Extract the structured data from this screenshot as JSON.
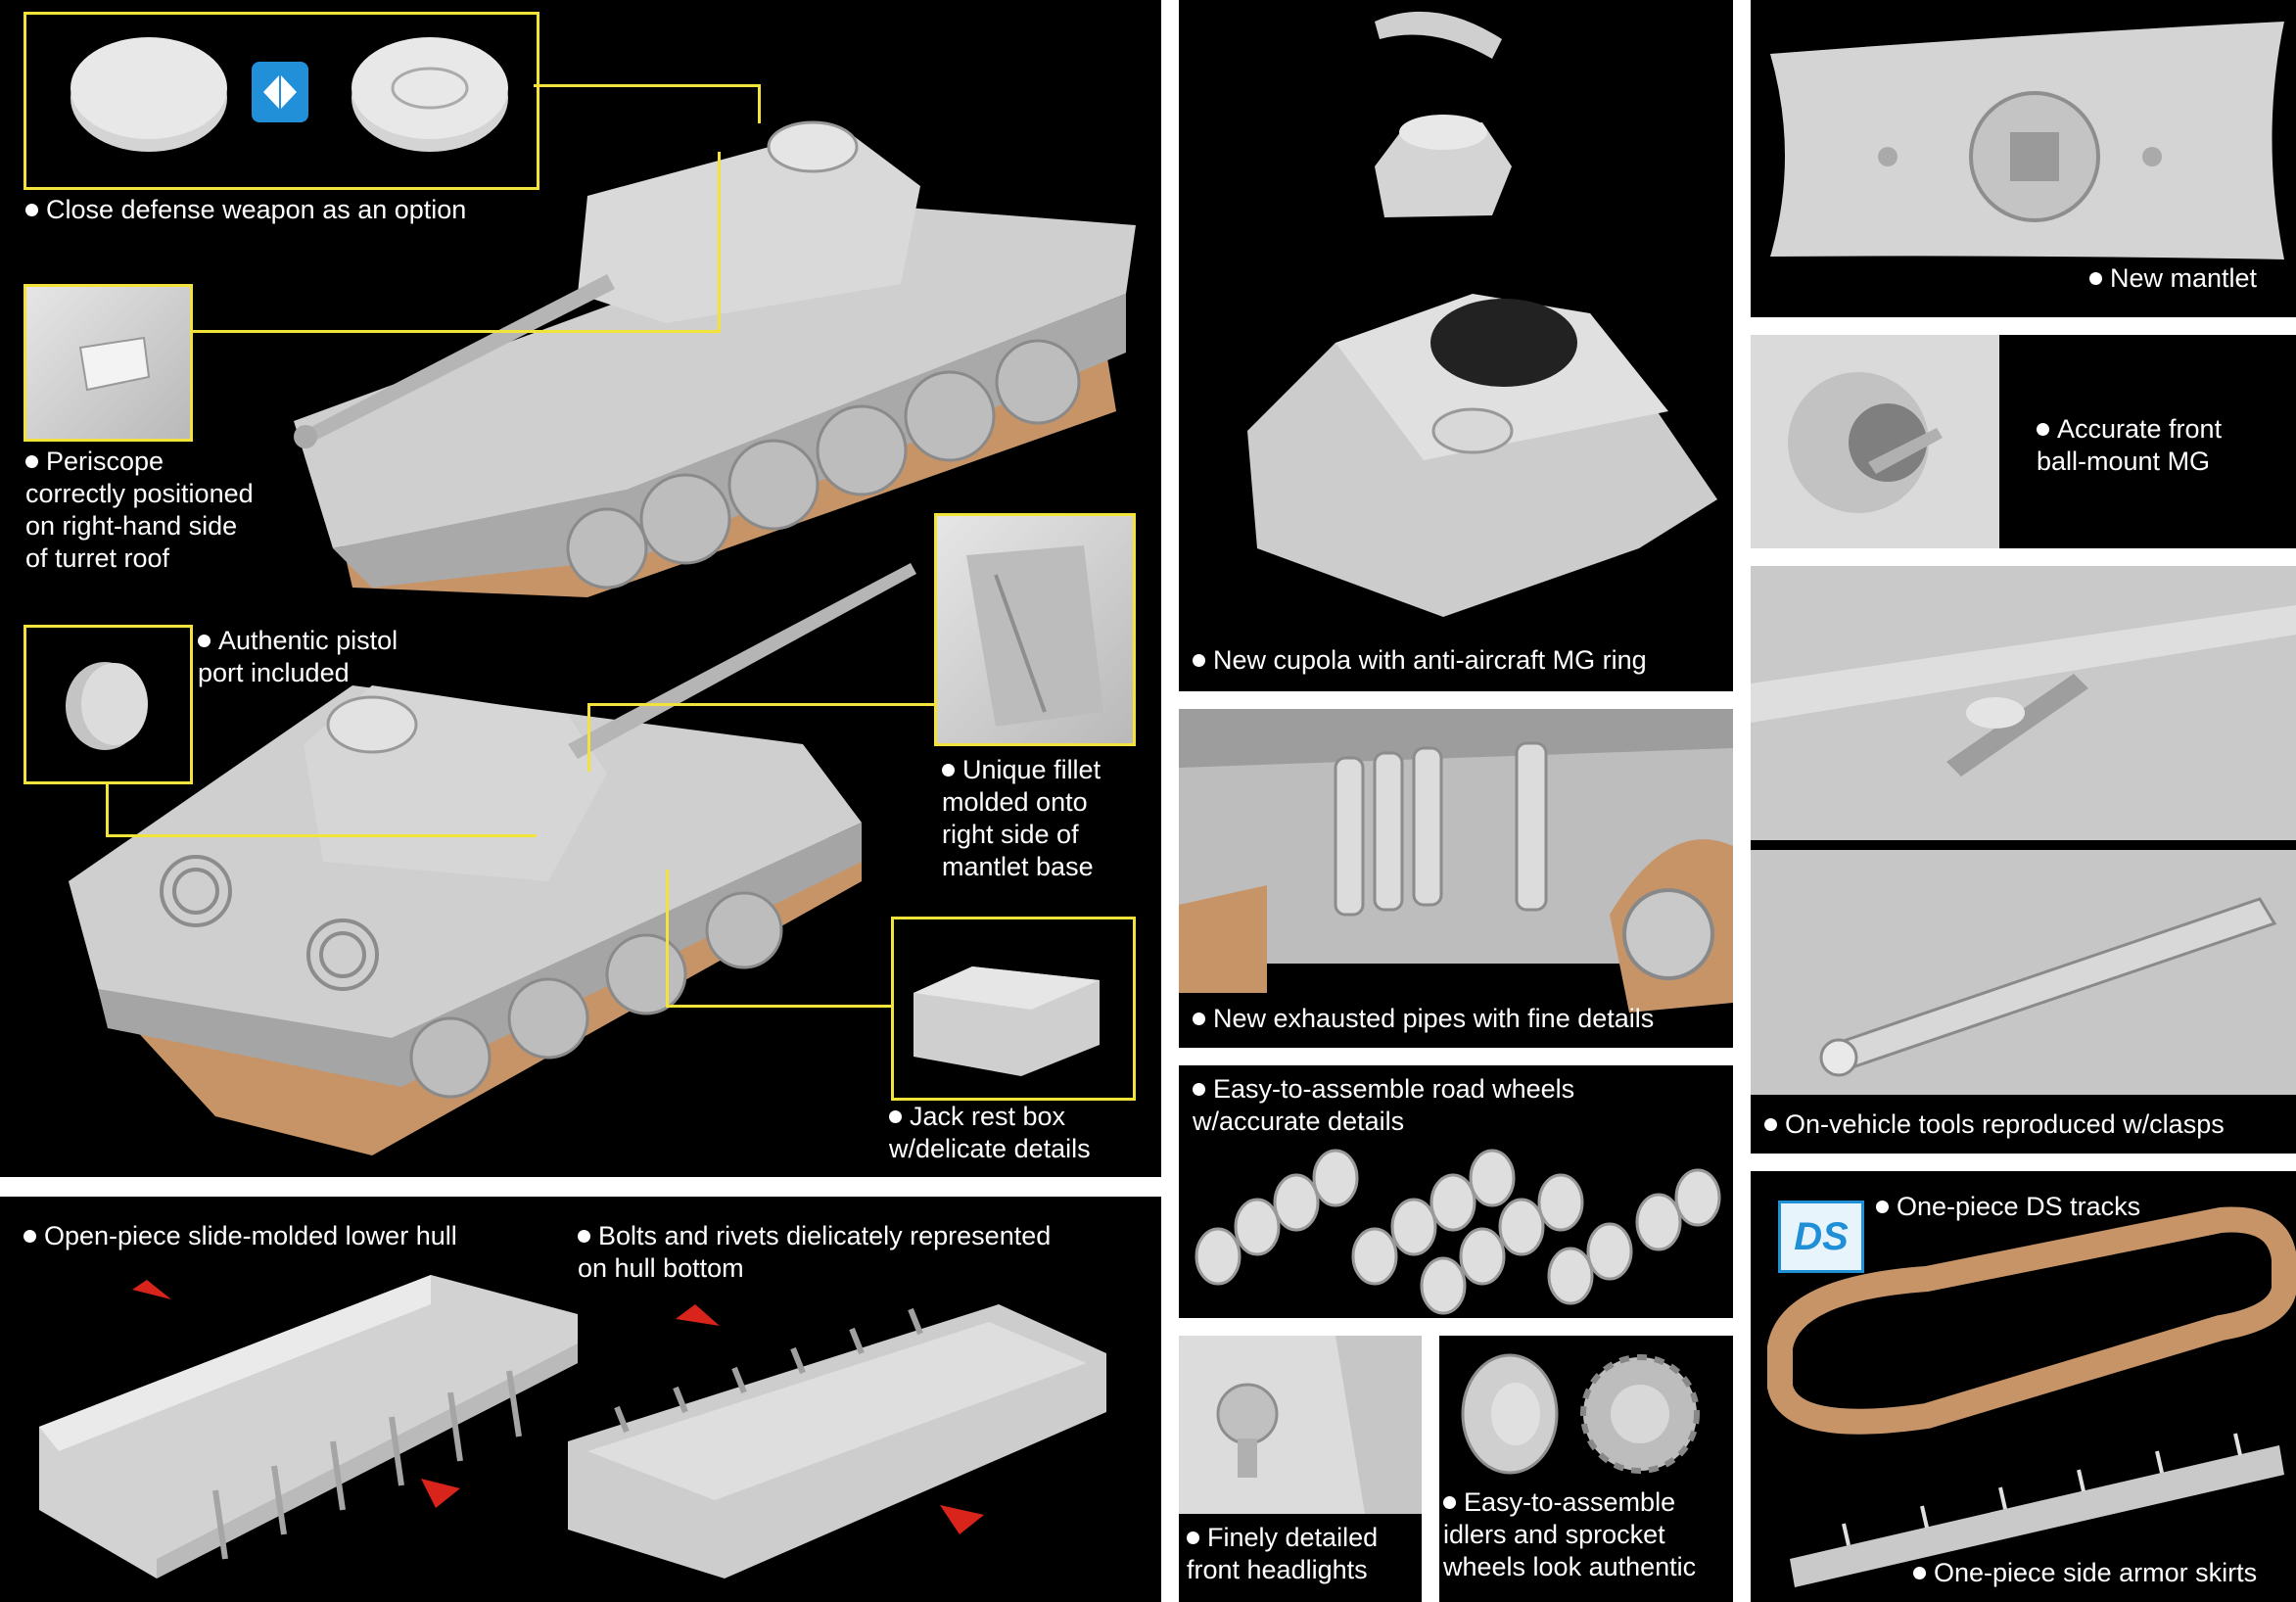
{
  "captions": {
    "close_defense": "Close defense weapon as an option",
    "periscope": "Periscope\ncorrectly positioned\non right-hand side\nof turret roof",
    "pistol_port": "Authentic pistol\nport included",
    "fillet": "Unique fillet\nmolded onto\nright side of\nmantlet base",
    "jack_box": "Jack rest box\nw/delicate details",
    "lower_hull": "Open-piece slide-molded lower hull",
    "bolts": "Bolts and rivets dielicately represented\non hull bottom",
    "cupola": "New cupola with anti-aircraft MG ring",
    "mantlet": "New mantlet",
    "ball_mount": "Accurate front\nball-mount MG",
    "exhaust": "New exhausted pipes with fine details",
    "tools": "On-vehicle tools reproduced w/clasps",
    "road_wheels": "Easy-to-assemble road wheels\nw/accurate details",
    "headlights": "Finely detailed\nfront headlights",
    "idlers": "Easy-to-assemble\nidlers and sprocket\nwheels look authentic",
    "ds_tracks": "One-piece DS tracks",
    "skirts": "One-piece side armor skirts"
  },
  "ds_logo": "DS",
  "colors": {
    "panel_bg": "#000000",
    "callout_yellow": "#f2e23a",
    "plastic_grey": "#c8c8c8",
    "track_tan": "#c79468",
    "arrow_red": "#d9241c",
    "logo_blue": "#1f8fd6"
  }
}
